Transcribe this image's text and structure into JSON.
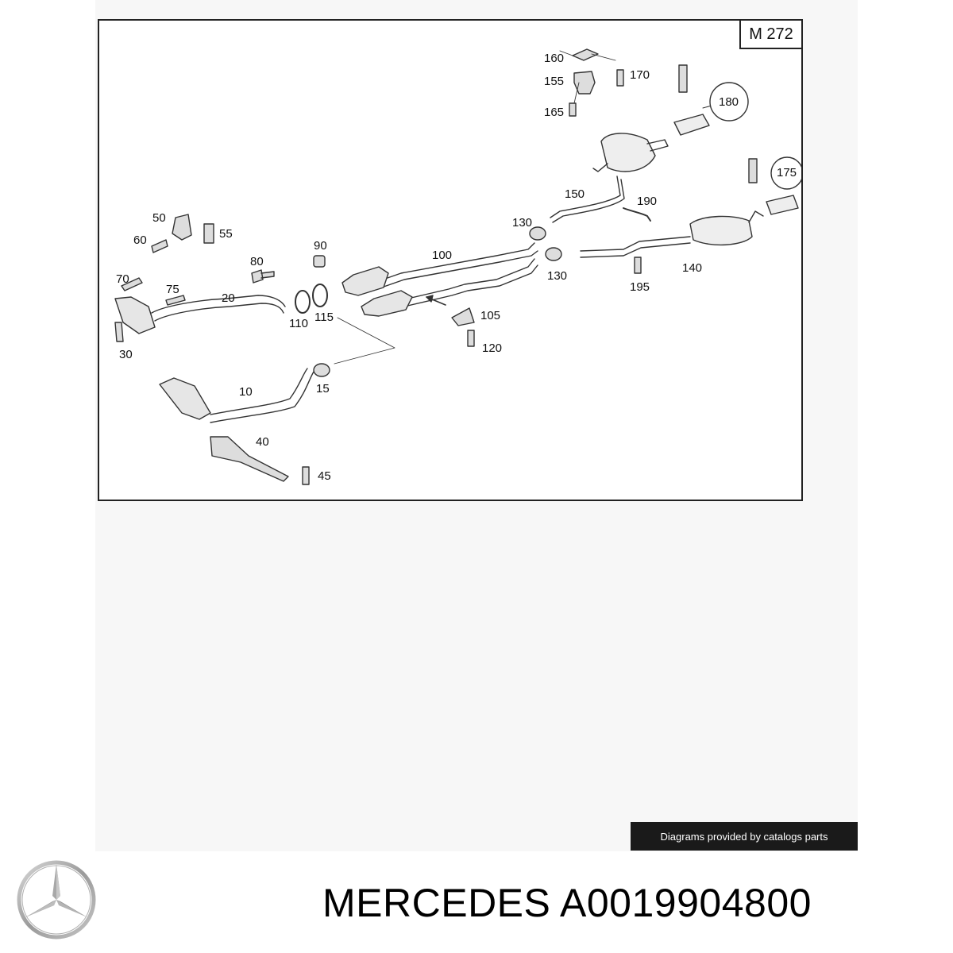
{
  "diagram": {
    "model": "M 272",
    "callouts": [
      "160",
      "170",
      "155",
      "165",
      "180",
      "175",
      "150",
      "190",
      "130",
      "140",
      "195",
      "100",
      "90",
      "80",
      "50",
      "55",
      "60",
      "70",
      "75",
      "20",
      "110",
      "115",
      "30",
      "105",
      "120",
      "15",
      "10",
      "40",
      "45"
    ]
  },
  "credit": "Diagrams provided by catalogs parts",
  "brand": "MERCEDES",
  "part_number": "A0019904800",
  "logo": "mercedes-star-logo"
}
